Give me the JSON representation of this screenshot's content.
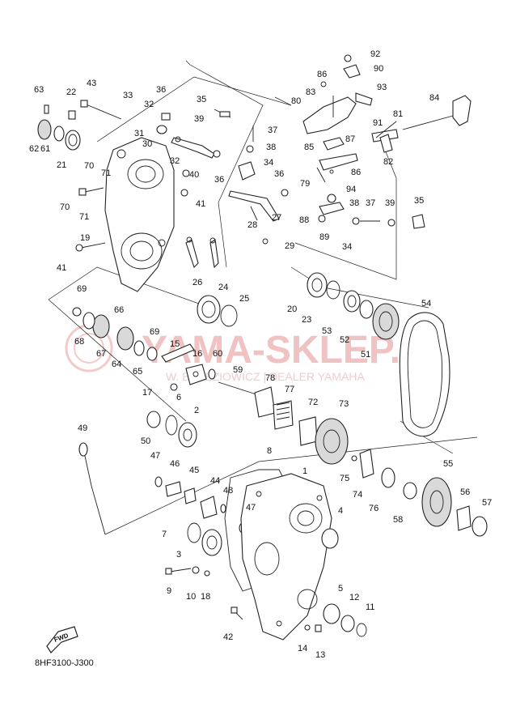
{
  "diagram": {
    "drawing_code": "8HF3100-J300",
    "fwd_label": "FWD",
    "watermark_main": "YAMA-SKLEP.PL",
    "watermark_sub": "W. BRZEZIOWICZ | DEALER YAMAHA",
    "part_labels": [
      "1",
      "2",
      "3",
      "4",
      "5",
      "6",
      "7",
      "8",
      "9",
      "10",
      "11",
      "12",
      "13",
      "14",
      "15",
      "16",
      "17",
      "18",
      "19",
      "20",
      "21",
      "22",
      "23",
      "24",
      "25",
      "26",
      "27",
      "28",
      "29",
      "30",
      "31",
      "32",
      "33",
      "34",
      "35",
      "36",
      "37",
      "38",
      "39",
      "40",
      "41",
      "42",
      "43",
      "44",
      "45",
      "46",
      "47",
      "48",
      "49",
      "50",
      "51",
      "52",
      "53",
      "54",
      "55",
      "56",
      "57",
      "58",
      "59",
      "60",
      "61",
      "62",
      "63",
      "64",
      "65",
      "66",
      "67",
      "68",
      "69",
      "70",
      "71",
      "72",
      "73",
      "74",
      "75",
      "76",
      "77",
      "78",
      "79",
      "80",
      "81",
      "82",
      "83",
      "84",
      "85",
      "86",
      "87",
      "88",
      "89",
      "90",
      "91",
      "92",
      "93",
      "94"
    ]
  }
}
